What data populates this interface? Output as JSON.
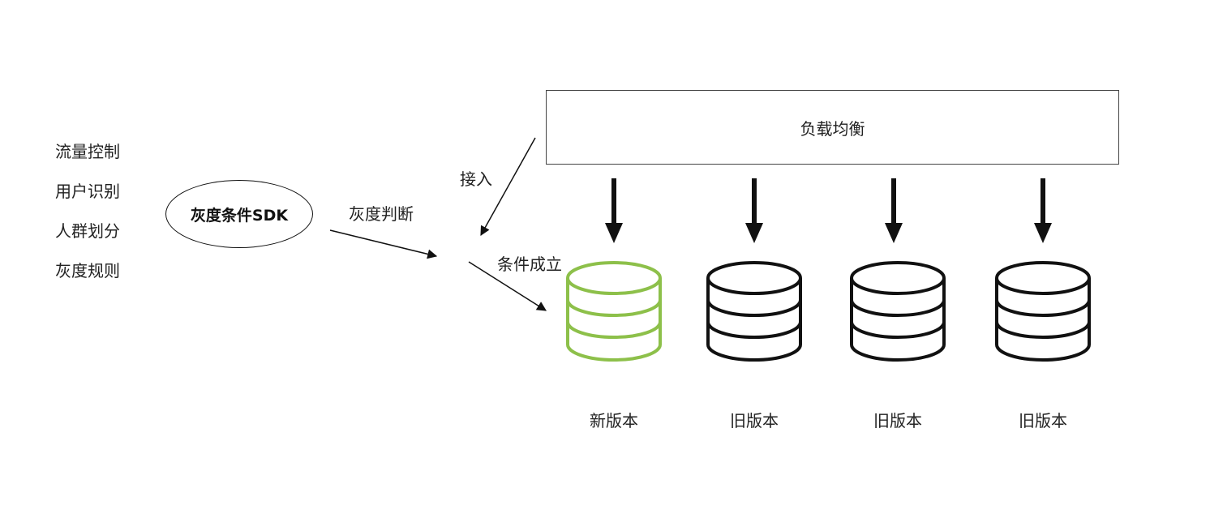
{
  "left_list": [
    "流量控制",
    "用户识别",
    "人群划分",
    "灰度规则"
  ],
  "sdk_node": {
    "label": "灰度条件SDK"
  },
  "edges": {
    "gray_judgement": "灰度判断",
    "access": "接入",
    "condition_met": "条件成立"
  },
  "load_balancer": {
    "label": "负载均衡"
  },
  "versions": [
    {
      "label": "新版本",
      "color": "#8dc04a"
    },
    {
      "label": "旧版本",
      "color": "#111111"
    },
    {
      "label": "旧版本",
      "color": "#111111"
    },
    {
      "label": "旧版本",
      "color": "#111111"
    }
  ]
}
